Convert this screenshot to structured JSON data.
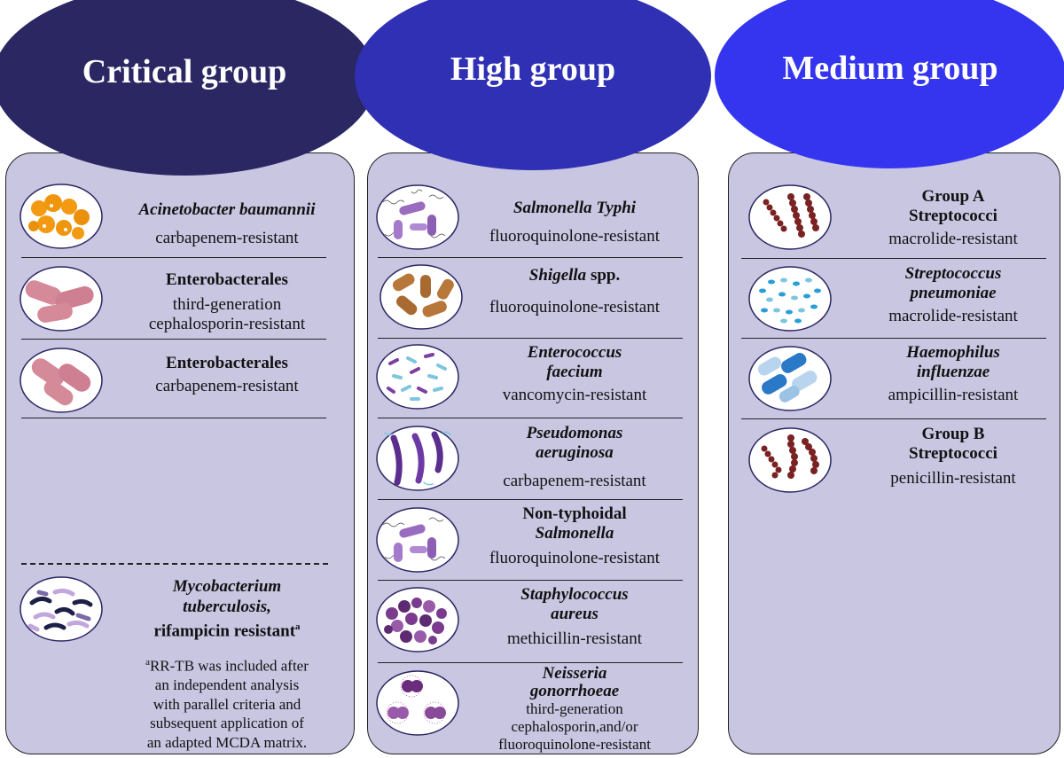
{
  "groups": {
    "critical": {
      "title": "Critical group",
      "color": "#2b2763",
      "items": [
        {
          "name": "Acinetobacter baumannii",
          "resistance": "carbapenem-resistant",
          "icon": "acinetobacter-icon"
        },
        {
          "name": "Enterobacterales",
          "resistance_line1": "third-generation",
          "resistance_line2": "cephalosporin-resistant",
          "icon": "enterobacterales-icon"
        },
        {
          "name": "Enterobacterales",
          "resistance": "carbapenem-resistant",
          "icon": "enterobacterales-icon"
        }
      ],
      "tb": {
        "name_line1": "Mycobacterium",
        "name_line2": "tuberculosis,",
        "name_line3": "rifampicin resistant",
        "superscript": "a",
        "icon": "mycobacterium-icon",
        "note_mark": "a",
        "note_lines": [
          "RR-TB was included after",
          "an independent analysis",
          "with parallel criteria and",
          "subsequent application of",
          "an adapted MCDA matrix."
        ]
      }
    },
    "high": {
      "title": "High group",
      "color": "#3030b5",
      "items": [
        {
          "name": "Salmonella Typhi",
          "resistance": "fluoroquinolone-resistant",
          "icon": "salmonella-icon"
        },
        {
          "name": "Shigella",
          "name_suffix": " spp.",
          "resistance": "fluoroquinolone-resistant",
          "icon": "shigella-icon"
        },
        {
          "name_line1": "Enterococcus",
          "name_line2": "faecium",
          "resistance": "vancomycin-resistant",
          "icon": "enterococcus-icon"
        },
        {
          "name_line1": "Pseudomonas",
          "name_line2": "aeruginosa",
          "resistance": "carbapenem-resistant",
          "icon": "pseudomonas-icon"
        },
        {
          "name_line1": "Non-typhoidal",
          "name_line2": "Salmonella",
          "resistance": "fluoroquinolone-resistant",
          "icon": "salmonella-icon"
        },
        {
          "name_line1": "Staphylococcus",
          "name_line2": "aureus",
          "resistance": "methicillin-resistant",
          "icon": "staphylococcus-icon"
        },
        {
          "name_line1": "Neisseria",
          "name_line2": "gonorrhoeae",
          "resistance_line1": "third-generation",
          "resistance_line2": "cephalosporin,and/or",
          "resistance_line3": "fluoroquinolone-resistant",
          "icon": "neisseria-icon"
        }
      ]
    },
    "medium": {
      "title": "Medium group",
      "color": "#3535f0",
      "items": [
        {
          "name_line1": "Group A",
          "name_line2": "Streptococci",
          "resistance": "macrolide-resistant",
          "icon": "streptococci-icon"
        },
        {
          "name_line1": "Streptococcus",
          "name_line2": "pneumoniae",
          "resistance": "macrolide-resistant",
          "icon": "pneumoniae-icon"
        },
        {
          "name_line1": "Haemophilus",
          "name_line2": "influenzae",
          "resistance": "ampicillin-resistant",
          "icon": "haemophilus-icon"
        },
        {
          "name_line1": "Group B",
          "name_line2": "Streptococci",
          "resistance": "penicillin-resistant",
          "icon": "streptococci-icon"
        }
      ]
    }
  }
}
